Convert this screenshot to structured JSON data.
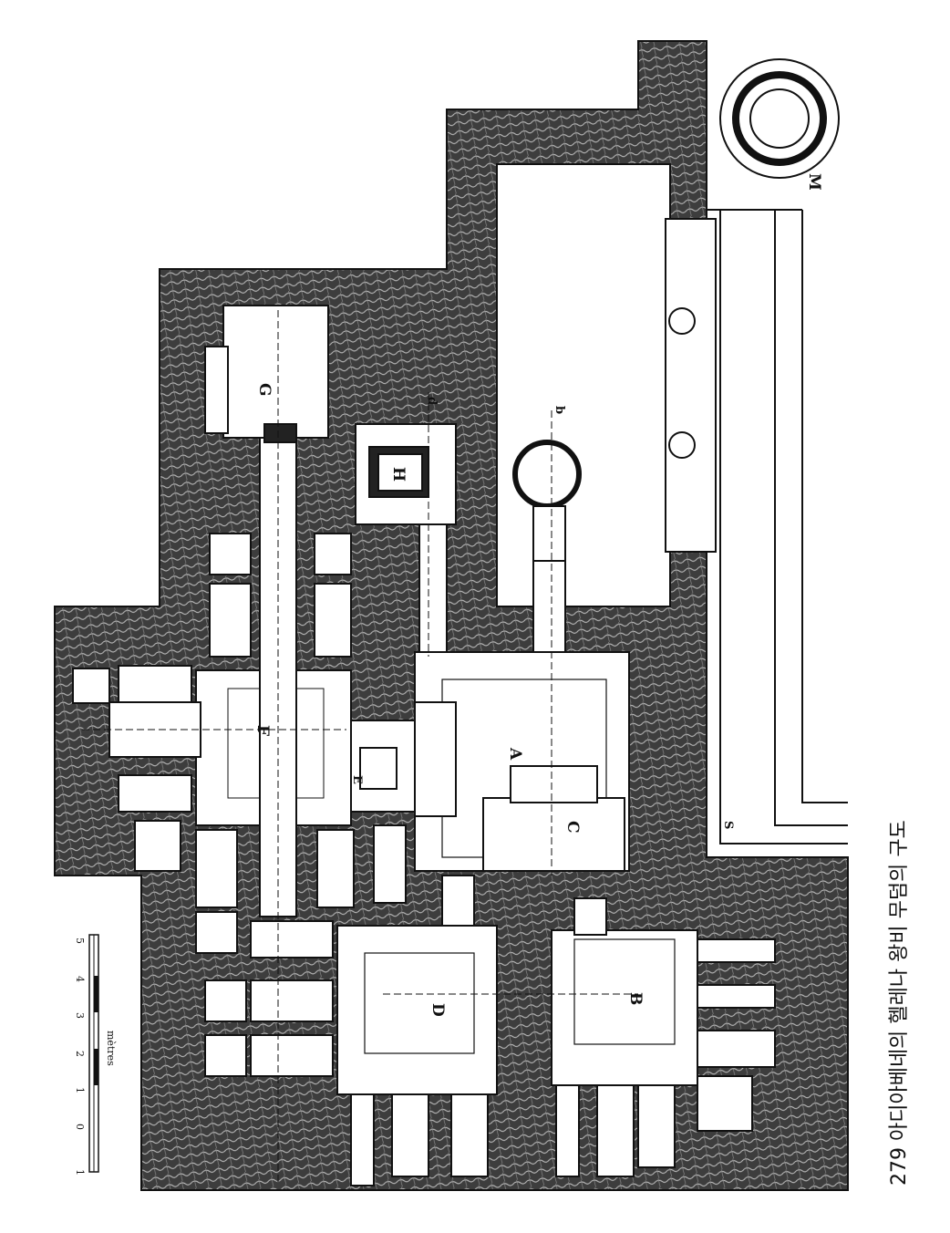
{
  "caption": "279 아디아베네의 헬레나 왕비 무덤의 구도",
  "scale": {
    "unit": "mètres",
    "ticks": [
      "1",
      "0",
      "1",
      "2",
      "3",
      "4",
      "5"
    ]
  },
  "labels": {
    "A": "A",
    "B": "B",
    "C": "C",
    "D": "D",
    "E": "E",
    "F": "F",
    "G": "G",
    "H": "H",
    "M": "M",
    "b": "b",
    "d": "d",
    "S": "S"
  },
  "colors": {
    "rock": "#3a3a3a",
    "room": "#ffffff",
    "ink": "#111111"
  }
}
